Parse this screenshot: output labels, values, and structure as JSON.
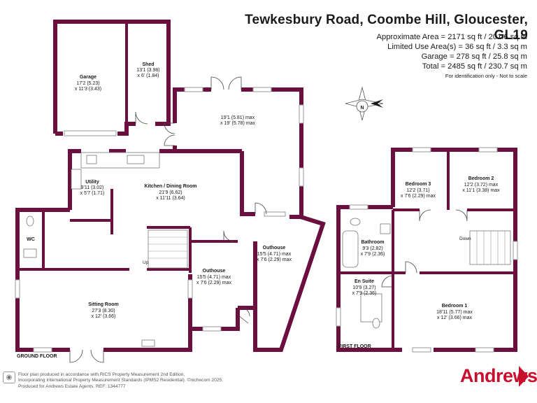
{
  "header": {
    "address": "Tewkesbury Road, Coombe Hill, Gloucester, GL19",
    "approx_area": "Approximate Area = 2171 sq ft / 201.6 sq m",
    "limited_use": "Limited Use Area(s) = 36 sq ft / 3.3 sq m",
    "garage_area": "Garage = 278 sq ft / 25.8 sq m",
    "total": "Total = 2485 sq ft / 230.7 sq m",
    "note": "For identification only - Not to scale"
  },
  "rooms": {
    "garage": {
      "name": "Garage",
      "dim1": "17'2 (5.23)",
      "dim2": "x 11'3 (3.43)"
    },
    "shed": {
      "name": "Shed",
      "dim1": "13'1 (3.98)",
      "dim2": "x 6' (1.84)"
    },
    "outbuilding": {
      "dim1": "19'1 (5.81) max",
      "dim2": "x 19' (5.78) max"
    },
    "utility": {
      "name": "Utility",
      "dim1": "9'11 (3.02)",
      "dim2": "x 5'7 (1.71)"
    },
    "kitchen": {
      "name": "Kitchen / Dining Room",
      "dim1": "21'9 (6.62)",
      "dim2": "x 11'11 (3.64)"
    },
    "wc": {
      "name": "WC"
    },
    "outhouse_a": {
      "name": "Outhouse",
      "dim1": "15'5 (4.71) max",
      "dim2": "x 7'6 (2.29) max"
    },
    "outhouse_b": {
      "name": "Outhouse",
      "dim1": "15'5 (4.71) max",
      "dim2": "x 7'6 (2.29) max"
    },
    "sitting": {
      "name": "Sitting Room",
      "dim1": "27'3 (8.30)",
      "dim2": "x 12' (3.66)"
    },
    "bedroom3": {
      "name": "Bedroom 3",
      "dim1": "12'2 (3.71)",
      "dim2": "x 7'6 (2.29) max"
    },
    "bedroom2": {
      "name": "Bedroom 2",
      "dim1": "12'2 (3.72) max",
      "dim2": "x 11'1 (3.38) max"
    },
    "bathroom": {
      "name": "Bathroom",
      "dim1": "9'3 (2.82)",
      "dim2": "x 7'9 (2.36)"
    },
    "ensuite": {
      "name": "En Suite",
      "dim1": "10'9 (3.27)",
      "dim2": "x 7'9 (2.36)"
    },
    "bedroom1": {
      "name": "Bedroom 1",
      "dim1": "18'11 (5.77) max",
      "dim2": "x 12' (3.66) max"
    }
  },
  "labels": {
    "up": "Up",
    "down": "Down",
    "ground_floor": "GROUND FLOOR",
    "first_floor": "FIRST FLOOR",
    "compass": "N"
  },
  "footer": {
    "line1": "Floor plan produced in accordance with RICS Property Measurement 2nd Edition,",
    "line2": "Incorporating International Property Measurement Standards (IPMS2 Residential).  ©nichecom 2025.",
    "line3": "Produced for Andrews Estate Agents.  REF: 1344777"
  },
  "brand": {
    "name": "Andrews"
  },
  "colors": {
    "wall": "#6b0f3f",
    "brand": "#c8102e"
  }
}
